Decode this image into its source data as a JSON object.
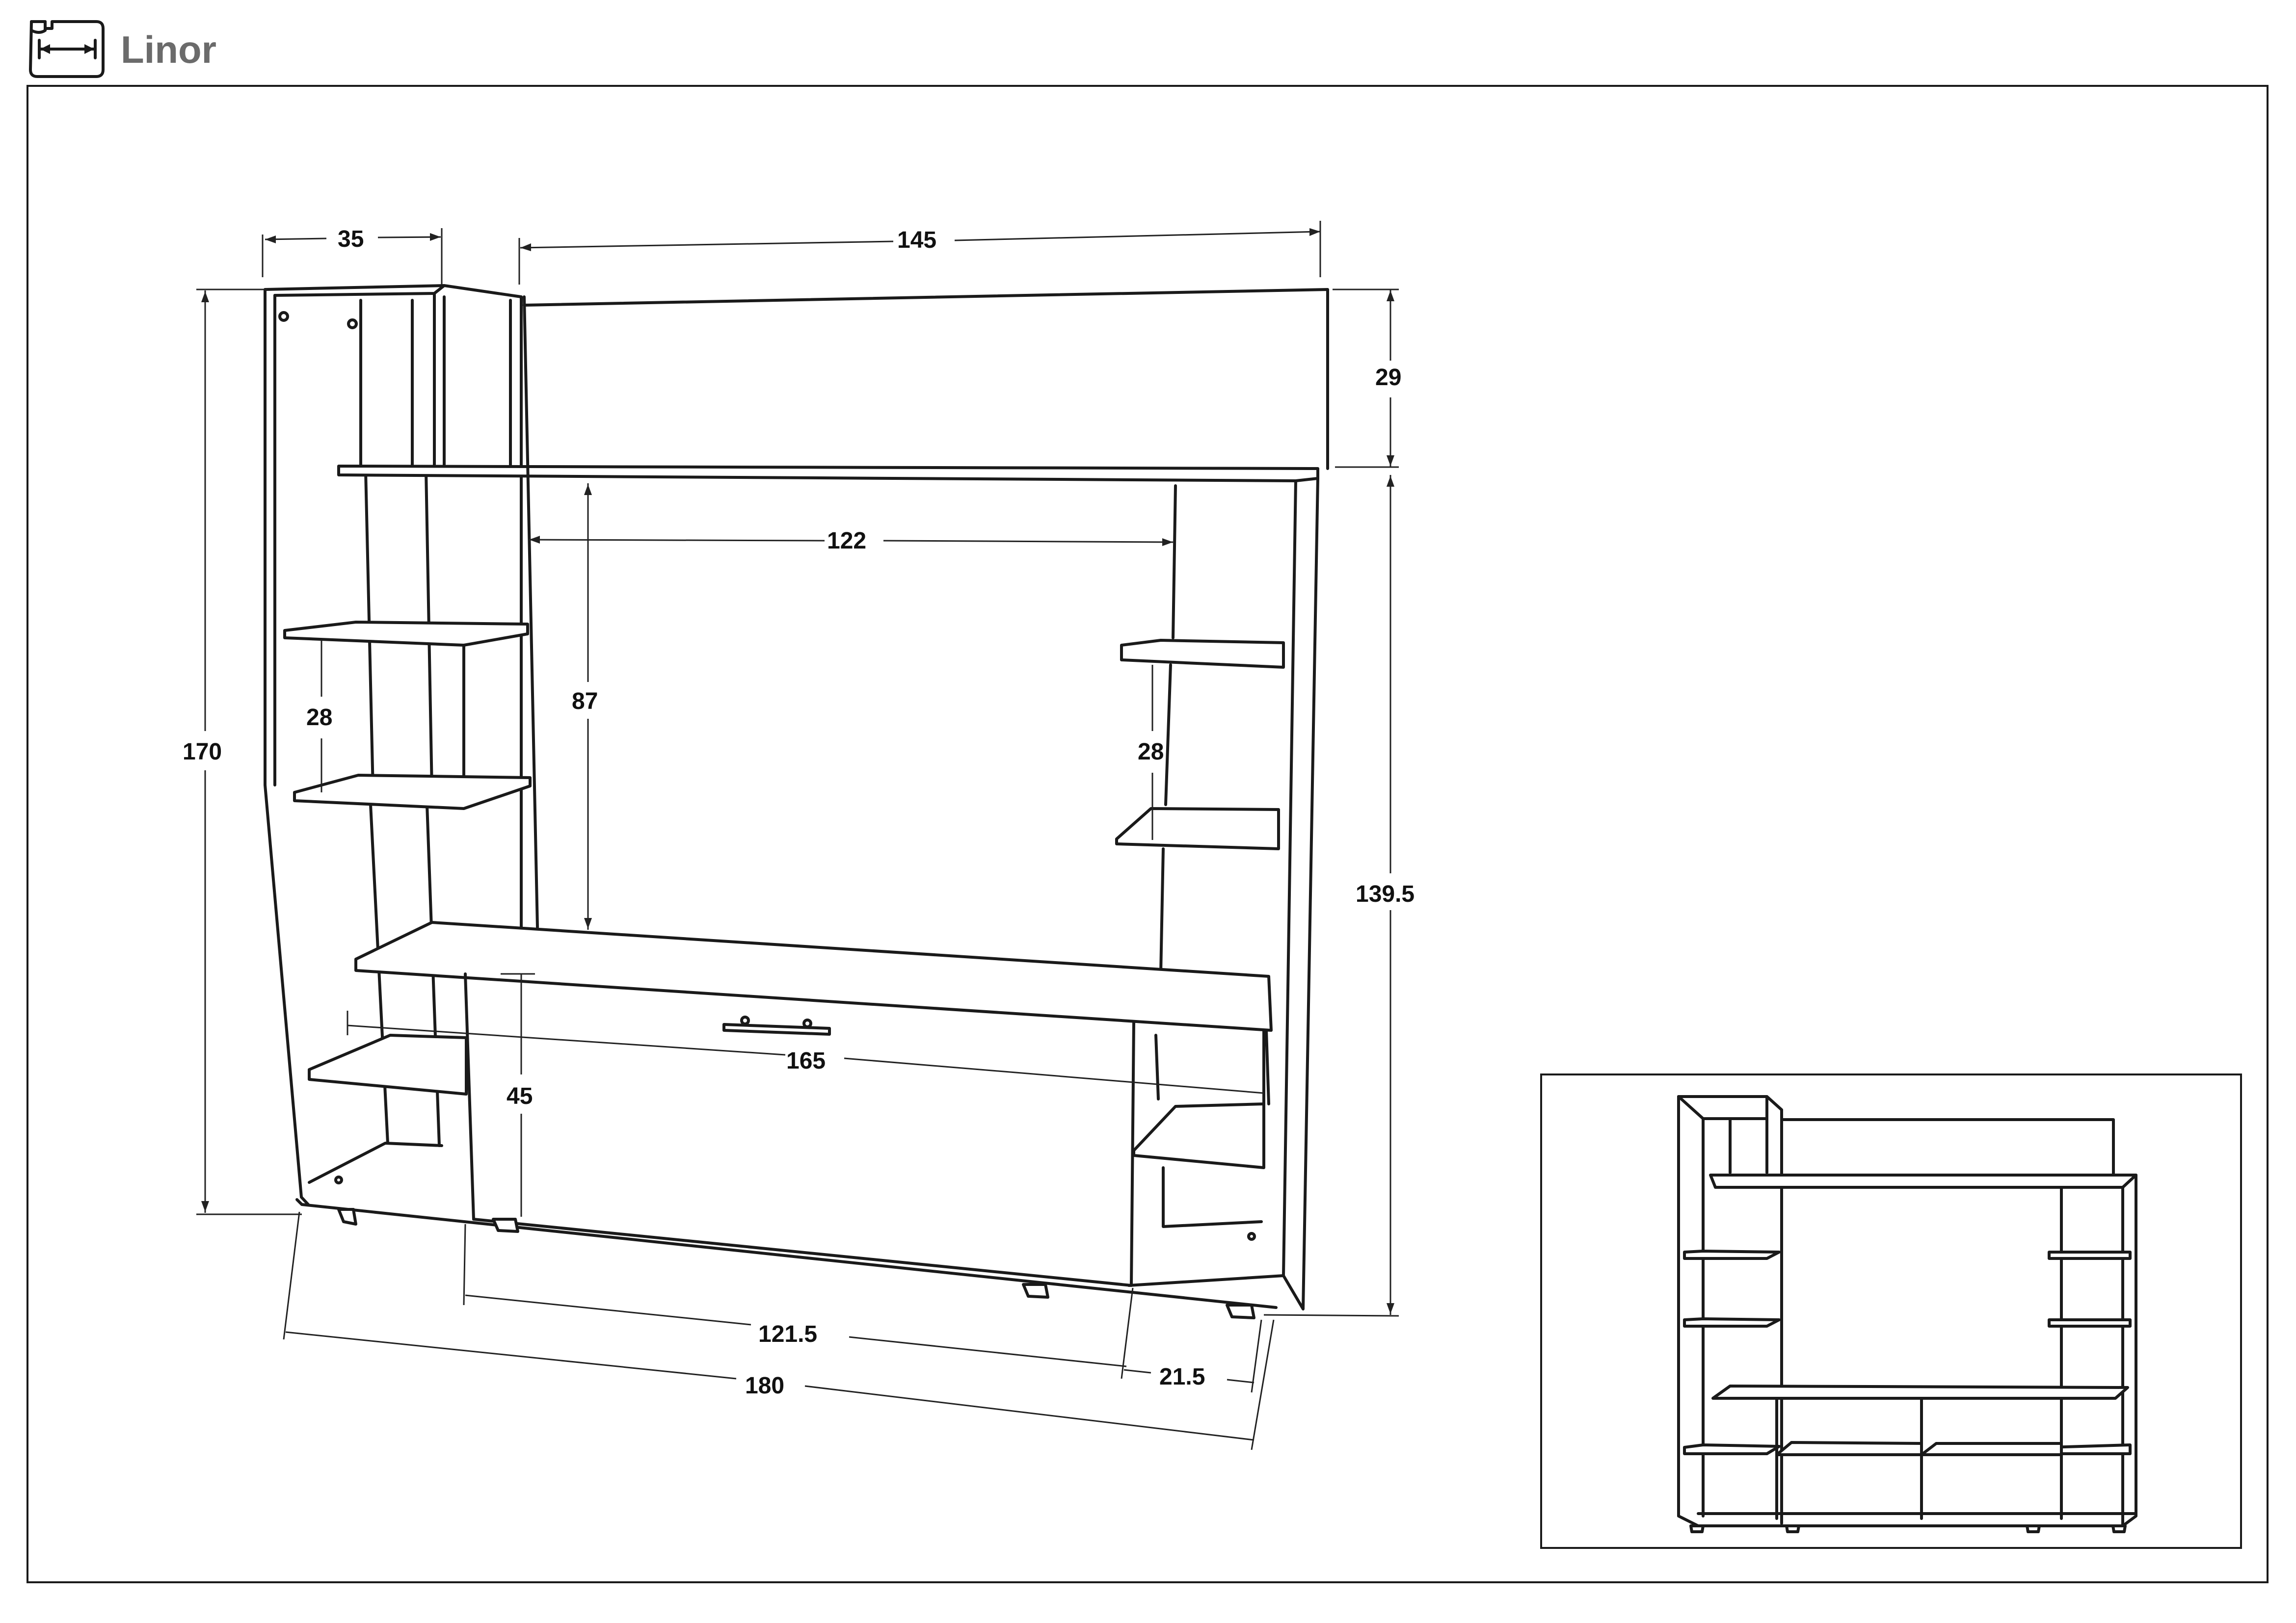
{
  "header": {
    "title": "Linor",
    "icon": "width-dimension-icon"
  },
  "dimensions": {
    "top_left_depth": "35",
    "top_width": "145",
    "top_panel_height": "29",
    "total_height": "170",
    "inner_width": "122",
    "inner_height": "87",
    "left_shelf_spacing": "28",
    "right_shelf_spacing": "28",
    "height_to_shelf": "139.5",
    "shelf_width": "165",
    "cabinet_height": "45",
    "cabinet_width": "121.5",
    "side_section_width": "21.5",
    "total_width": "180"
  },
  "colors": {
    "line": "#1a1a1a",
    "title": "#6b6b6b",
    "frame": "#1a1a1a"
  }
}
